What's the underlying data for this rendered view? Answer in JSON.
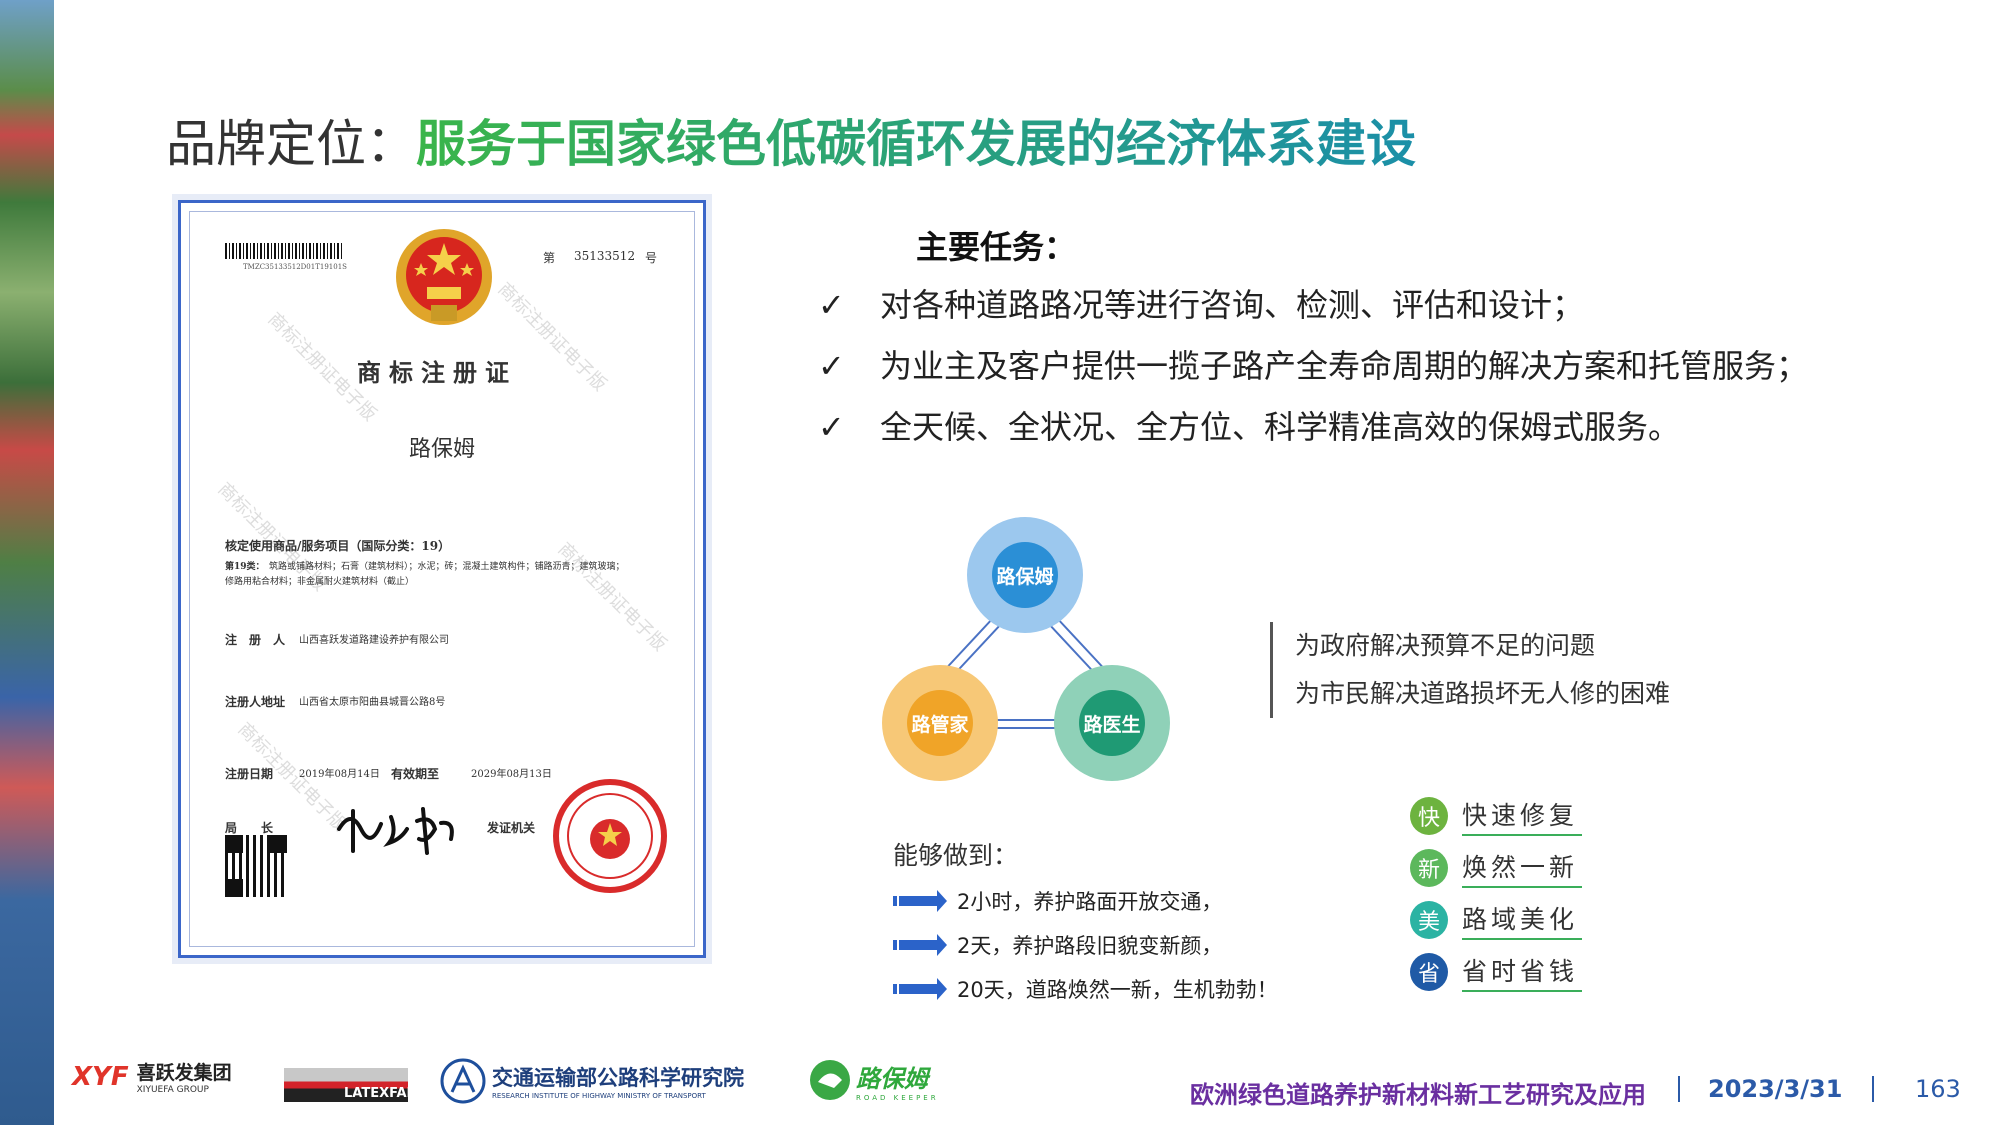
{
  "title": {
    "prefix": "品牌定位：",
    "highlight": "服务于国家绿色低碳循环发展的经济体系建设"
  },
  "certificate": {
    "number_prefix": "第",
    "number": "35133512",
    "number_suffix": "号",
    "barcode_text": "TMZC35133512D01T19101S",
    "heading": "商标注册证",
    "mark": "路保姆",
    "goods_label": "核定使用商品/服务项目（国际分类：19）",
    "goods_class": "第19类：",
    "goods_line1": "筑路或铺路材料；石膏（建筑材料）；水泥；砖；混凝土建筑构件；铺路沥青；建筑玻璃；",
    "goods_line2": "修路用粘合材料；非金属耐火建筑材料（截止）",
    "registrant_label": "注　册　人",
    "registrant": "山西喜跃发道路建设养护有限公司",
    "address_label": "注册人地址",
    "address": "山西省太原市阳曲县城晋公路8号",
    "date_label": "注册日期",
    "date_from": "2019年08月14日",
    "valid_label": "有效期至",
    "date_to": "2029年08月13日",
    "director_label": "局　　长",
    "issuer_label": "发证机关",
    "watermark": "商标注册证电子版"
  },
  "tasks": {
    "heading": "主要任务：",
    "check": "✓",
    "items": [
      "对各种道路路况等进行咨询、检测、评估和设计；",
      "为业主及客户提供一揽子路产全寿命周期的解决方案和托管服务；",
      "全天候、全状况、全方位、科学精准高效的保姆式服务。"
    ]
  },
  "diagram": {
    "top": "路保姆",
    "left": "路管家",
    "right": "路医生",
    "colors": {
      "top": "#2b8fd6",
      "left": "#f0a428",
      "right": "#1f9a74"
    }
  },
  "solves": [
    "为政府解决预算不足的问题",
    "为市民解决道路损坏无人修的困难"
  ],
  "can_do": {
    "heading": "能够做到：",
    "items": [
      "2小时，养护路面开放交通，",
      "2天，养护路段旧貌变新颜，",
      "20天，道路焕然一新，生机勃勃！"
    ]
  },
  "features": [
    {
      "icon": "快",
      "label": "快速修复",
      "color": "#6db33f"
    },
    {
      "icon": "新",
      "label": "焕然一新",
      "color": "#5cb85c"
    },
    {
      "icon": "美",
      "label": "路域美化",
      "color": "#2bb3a3"
    },
    {
      "icon": "省",
      "label": "省时省钱",
      "color": "#1f5aa6"
    }
  ],
  "footer": {
    "logo1_mark": "XYF",
    "logo1_name": "喜跃发集团",
    "logo1_sub": "XIYUEFA GROUP",
    "logo2": "LATEXFALT",
    "logo3_name": "交通运输部公路科学研究院",
    "logo3_sub": "RESEARCH INSTITUTE OF HIGHWAY MINISTRY OF TRANSPORT",
    "logo4_name": "路保姆",
    "logo4_sub": "ROAD KEEPER",
    "project": "欧洲绿色道路养护新材料新工艺研究及应用",
    "date": "2023/3/31",
    "page": "163",
    "colors": {
      "project": "#6a2fa0",
      "date": "#2b5aa8",
      "page": "#2b5aa8"
    }
  }
}
